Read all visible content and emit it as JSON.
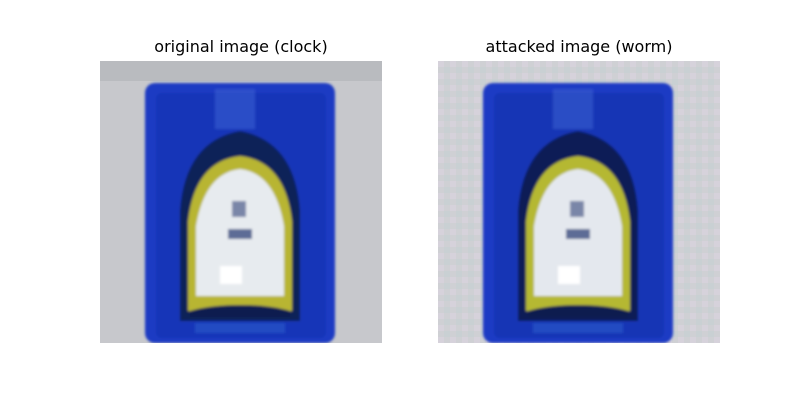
{
  "figure": {
    "panels": [
      {
        "title": "original image (clock)",
        "image": "original-pixelated-photo"
      },
      {
        "title": "attacked image (worm)",
        "image": "adversarial-pixelated-photo"
      }
    ]
  },
  "colors": {
    "background_gray": "#c8c9ce",
    "frame_blue": "#1838c0",
    "dark_navy": "#0e1f5a",
    "face_white": "#e8ecf0",
    "face_yellow": "#b9b833"
  }
}
